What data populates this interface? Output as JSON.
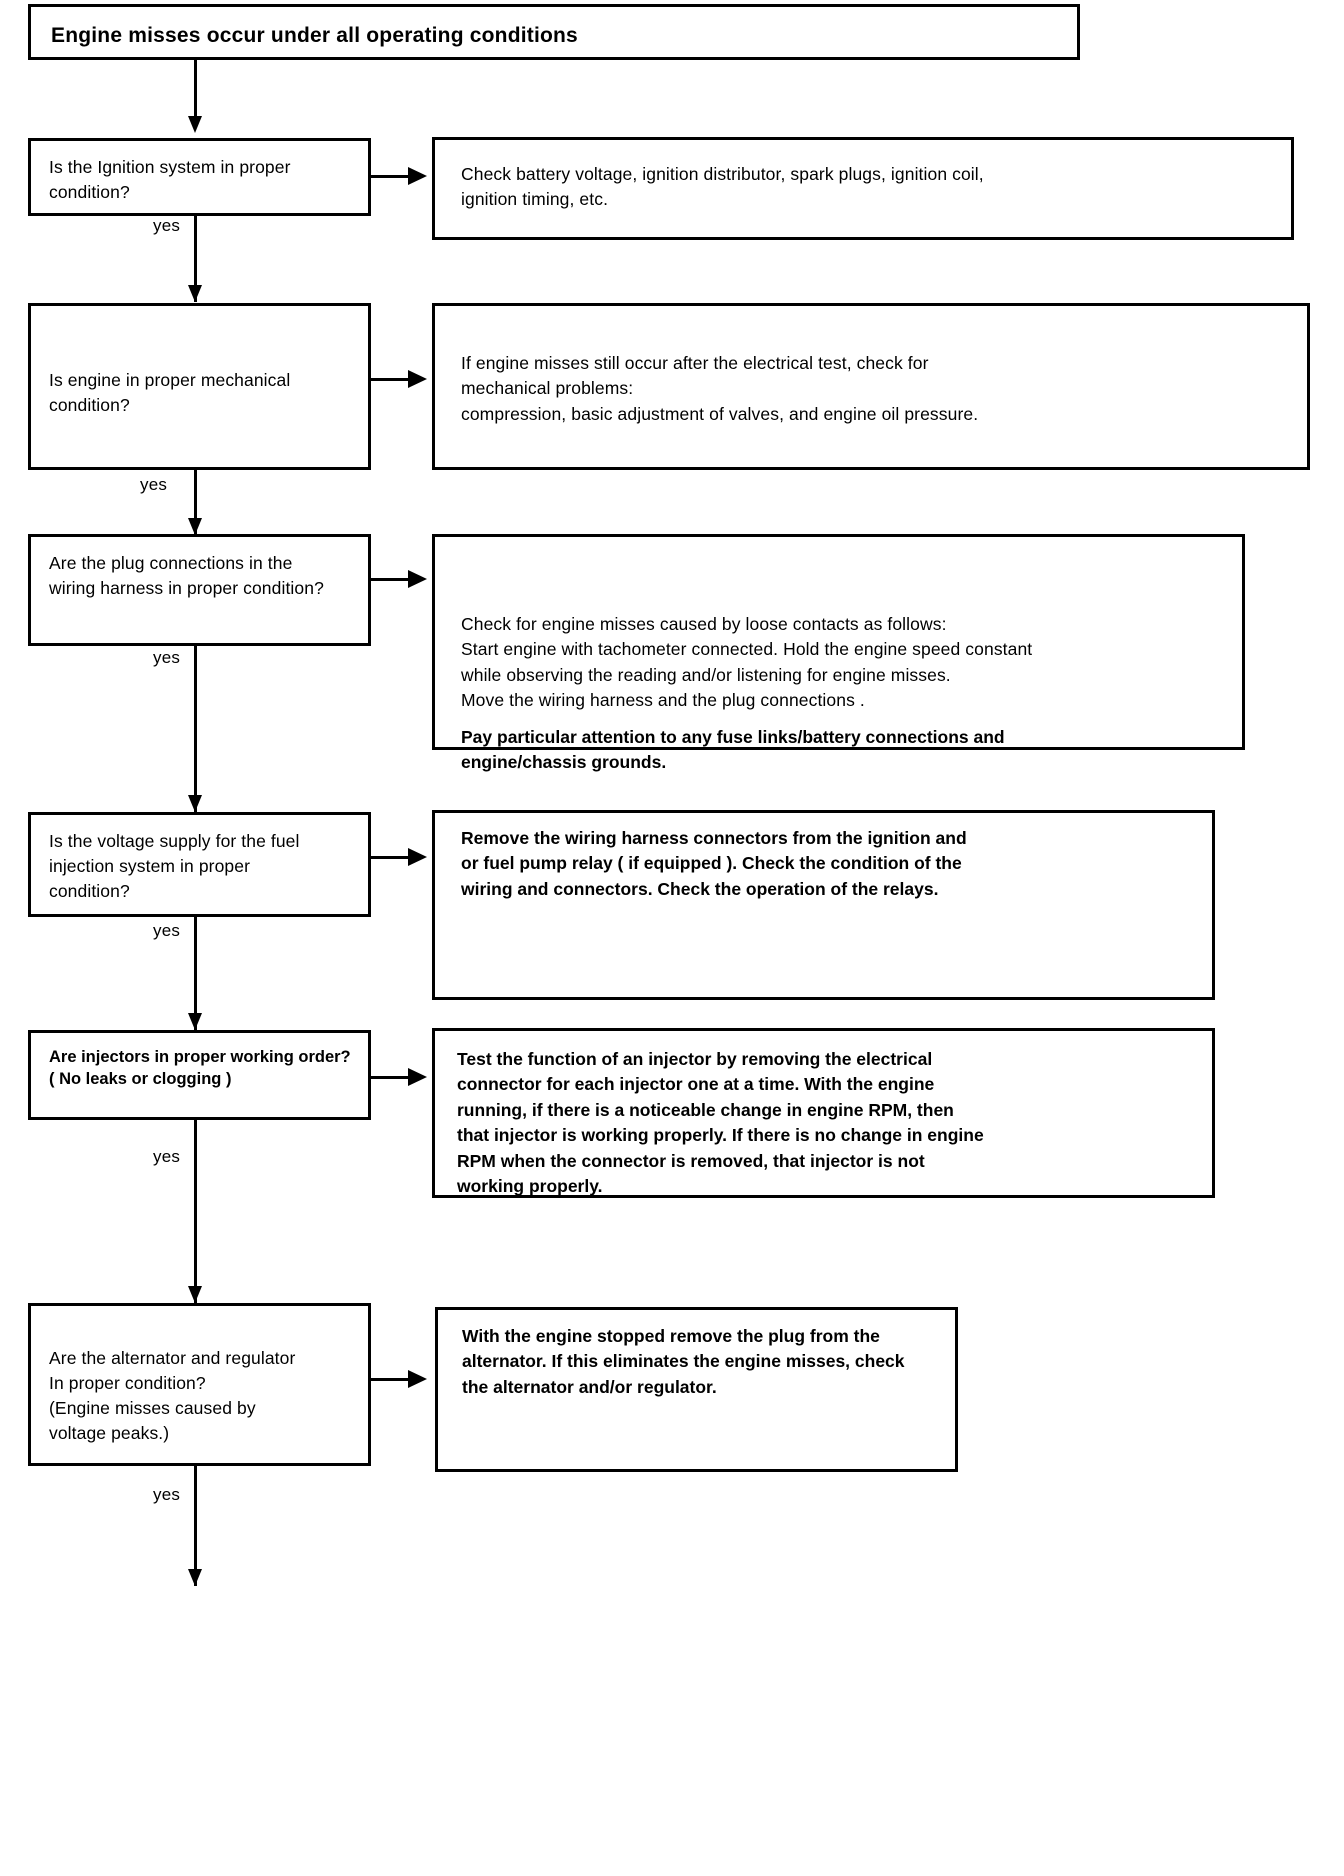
{
  "diagram": {
    "title": "Engine misses occur under all operating conditions",
    "branch_label": "yes",
    "steps": [
      {
        "id": "ignition-system",
        "question": "Is the Ignition system in proper\ncondition?",
        "answer": "Check battery voltage, ignition distributor, spark plugs, ignition coil,\nignition timing, etc.",
        "answer_bold": false,
        "answer_extra": ""
      },
      {
        "id": "mechanical-condition",
        "question": "Is engine in proper mechanical\ncondition?",
        "answer": "If engine misses still occur after the electrical test, check for\nmechanical problems:\ncompression, basic adjustment of valves, and engine oil pressure.",
        "answer_bold": false,
        "answer_extra": ""
      },
      {
        "id": "plug-connections",
        "question": "Are the plug connections in the\nwiring harness in proper condition?",
        "answer": "Check for engine misses caused by loose contacts as follows:\nStart engine with tachometer connected. Hold the engine speed constant\nwhile observing the reading and/or listening for engine misses.\nMove the wiring harness and the plug connections .",
        "answer_bold": false,
        "answer_extra": "Pay particular attention to any fuse links/battery connections and\nengine/chassis grounds."
      },
      {
        "id": "voltage-supply",
        "question": "Is the voltage supply for the fuel\ninjection system in proper\ncondition?",
        "answer": "Remove the wiring harness connectors from the ignition and\nor fuel pump relay ( if equipped ). Check the condition of the\nwiring and connectors. Check the operation of the relays.",
        "answer_bold": true,
        "answer_extra": ""
      },
      {
        "id": "injectors",
        "question": "Are injectors in proper working order?\n( No leaks or clogging )",
        "answer": "Test the function of an injector by removing the electrical\nconnector for each injector one at a time. With the engine\nrunning, if there is a noticeable change in engine RPM, then\nthat injector is working properly. If there is no change in engine\nRPM when the connector is removed, that injector is not\nworking properly.",
        "answer_bold": true,
        "answer_extra": ""
      },
      {
        "id": "alternator-regulator",
        "question": "Are the alternator and regulator\nIn proper condition?\n(Engine misses caused by\nvoltage peaks.)",
        "answer": "With the engine stopped remove the plug from the\nalternator. If this eliminates the engine misses, check\nthe alternator and/or regulator.",
        "answer_bold": true,
        "answer_extra": ""
      }
    ]
  }
}
